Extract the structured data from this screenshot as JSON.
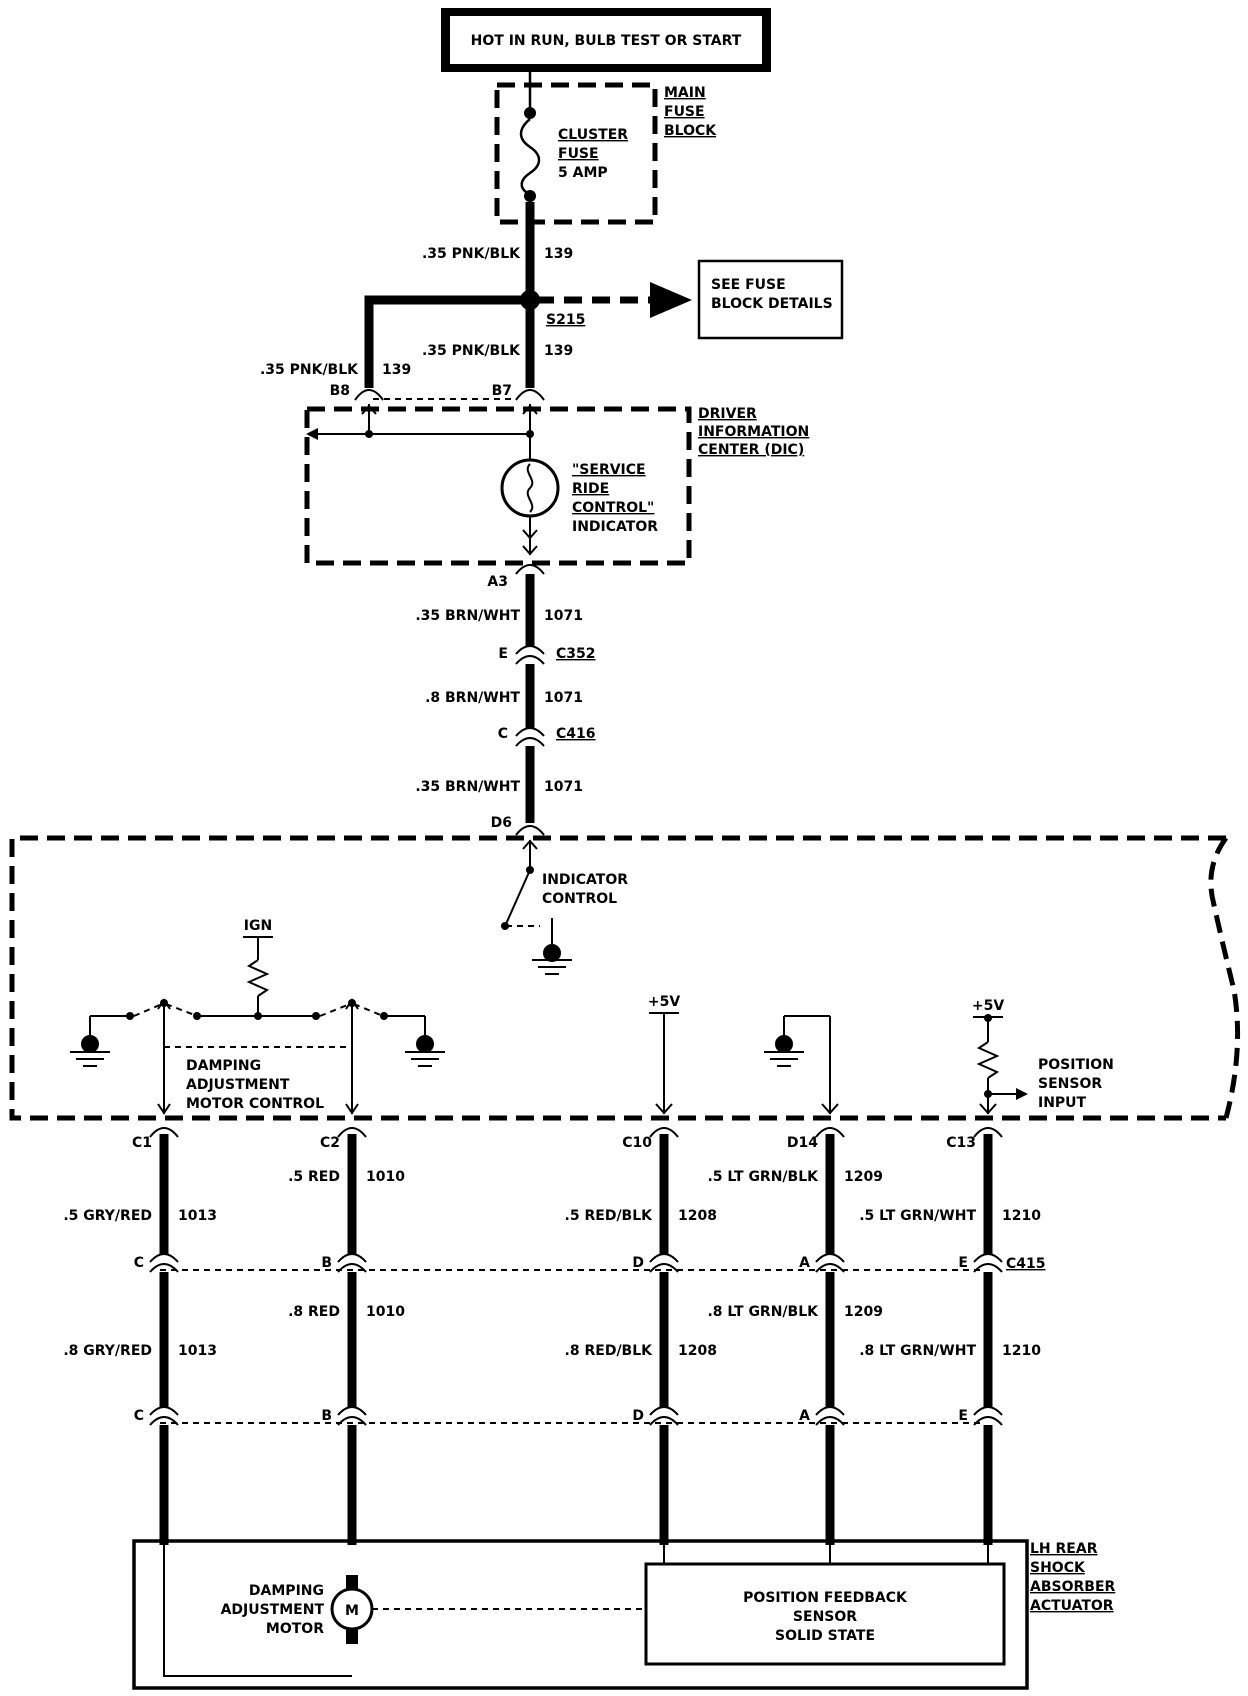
{
  "power_source": "HOT IN RUN, BULB TEST OR START",
  "main_fuse_block": [
    "MAIN",
    "FUSE",
    "BLOCK"
  ],
  "fuse": [
    "CLUSTER",
    "FUSE",
    "5 AMP"
  ],
  "see_fuse": [
    "SEE FUSE",
    "BLOCK DETAILS"
  ],
  "splice": "S215",
  "dic": [
    "DRIVER",
    "INFORMATION",
    "CENTER (DIC)"
  ],
  "indicator": [
    "\"SERVICE",
    "RIDE",
    "CONTROL\"",
    "INDICATOR"
  ],
  "indicator_control": [
    "INDICATOR",
    "CONTROL"
  ],
  "ign": "IGN",
  "plus5v_a": "+5V",
  "plus5v_b": "+5V",
  "damping_control": [
    "DAMPING",
    "ADJUSTMENT",
    "MOTOR CONTROL"
  ],
  "position_input": [
    "POSITION",
    "SENSOR",
    "INPUT"
  ],
  "actuator": [
    "LH REAR",
    "SHOCK",
    "ABSORBER",
    "ACTUATOR"
  ],
  "motor": [
    "DAMPING",
    "ADJUSTMENT",
    "MOTOR"
  ],
  "motor_symbol": "M",
  "feedback_sensor": [
    "POSITION FEEDBACK",
    "SENSOR",
    "SOLID STATE"
  ],
  "wires_top": {
    "w1_color": ".35 PNK/BLK",
    "w1_num": "139",
    "w2_color": ".35 PNK/BLK",
    "w2_num": "139",
    "w3_color": ".35 PNK/BLK",
    "w3_num": "139",
    "w4_color": ".35 BRN/WHT",
    "w4_num": "1071",
    "w5_color": ".8 BRN/WHT",
    "w5_num": "1071",
    "w6_color": ".35 BRN/WHT",
    "w6_num": "1071"
  },
  "pins_top": {
    "b8": "B8",
    "b7": "B7",
    "a3": "A3",
    "e": "E",
    "c352": "C352",
    "c": "C",
    "c416": "C416",
    "d6": "D6"
  },
  "connector_c415": "C415",
  "circuits": [
    {
      "pin": "C1",
      "color1": ".5 GRY/RED",
      "num1": "1013",
      "mid_pin": "C",
      "color2": ".8 GRY/RED",
      "num2": "1013",
      "low_pin": "C"
    },
    {
      "pin": "C2",
      "color1": ".5 RED",
      "num1": "1010",
      "mid_pin": "B",
      "color2": ".8 RED",
      "num2": "1010",
      "low_pin": "B"
    },
    {
      "pin": "C10",
      "color1": ".5 RED/BLK",
      "num1": "1208",
      "mid_pin": "D",
      "color2": ".8 RED/BLK",
      "num2": "1208",
      "low_pin": "D"
    },
    {
      "pin": "D14",
      "color1": ".5 LT GRN/BLK",
      "num1": "1209",
      "mid_pin": "A",
      "color2": ".8 LT GRN/BLK",
      "num2": "1209",
      "low_pin": "A"
    },
    {
      "pin": "C13",
      "color1": ".5 LT GRN/WHT",
      "num1": "1210",
      "mid_pin": "E",
      "color2": ".8 LT GRN/WHT",
      "num2": "1210",
      "low_pin": "E"
    }
  ]
}
